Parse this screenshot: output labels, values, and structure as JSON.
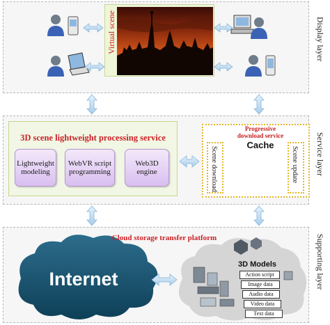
{
  "display_layer": {
    "label": "Display layer",
    "virtual_scene_label": "Virtual scene"
  },
  "service_layer": {
    "label": "Service layer",
    "processing_title": "3D scene lightweight processing service",
    "modules": [
      "Lightweight modeling",
      "WebVR script programming",
      "Web3D engine"
    ],
    "progressive_title": "Progressive download service",
    "cache_label": "Cache",
    "scene_download": "Scene download",
    "scene_update": "Scene update"
  },
  "supporting_layer": {
    "label": "Supporting layer",
    "platform_title": "Cloud storage transfer platform",
    "internet_label": "Internet",
    "models_title": "3D Models",
    "data_items": [
      "Action script",
      "Image data",
      "Audio data",
      "Video data",
      "Text data"
    ]
  }
}
